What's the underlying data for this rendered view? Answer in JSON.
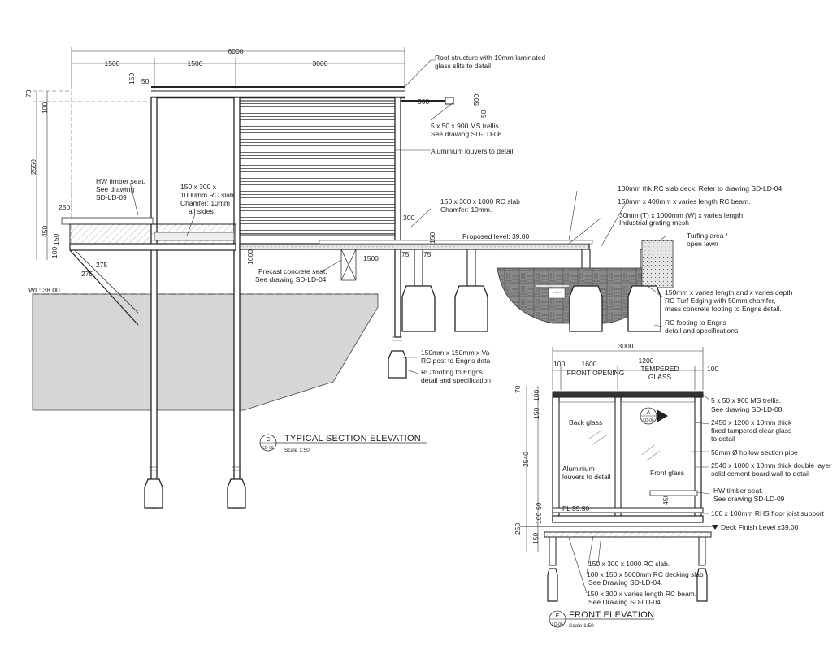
{
  "section": {
    "title": "TYPICAL SECTION ELEVATION",
    "scale": "Scale 1:50",
    "bubble_letter": "C",
    "bubble_ref": "LD-06",
    "dims_top": {
      "overall": "6000",
      "d1": "1500",
      "d2": "1500",
      "d3": "3000"
    },
    "dims_left": {
      "d70": "70",
      "d100": "100",
      "d2550": "2550",
      "d250": "250",
      "d450": "450",
      "d150": "150",
      "d100b": "100"
    },
    "dims_misc": {
      "d150": "150",
      "d50": "50",
      "d900": "900",
      "d500": "500",
      "d50b": "50",
      "d300": "300",
      "d150b": "150",
      "d1000": "1000",
      "d1500": "1500",
      "d75a": "75",
      "d75b": "75",
      "d275a": "275",
      "d275b": "275"
    },
    "wl": "WL: 38.00",
    "proposed_level": "Proposed level: 39.00",
    "notes": {
      "roof": [
        "Roof structure with 10mm laminated",
        "glass slits to detail"
      ],
      "trellis": [
        "5 x 50 x 900 MS trellis.",
        "See drawing SD-LD-08"
      ],
      "louvers": "Aluminium louvers to detail",
      "seat": [
        "HW timber seat.",
        "See drawing",
        "SD-LD-09"
      ],
      "slab_left": [
        "150 x 300 x",
        "1000mm RC slab",
        "Chamfer: 10mm",
        "all sides."
      ],
      "slab_mid": [
        "150 x 300 x 1000  RC slab",
        "Chamfer: 10mm."
      ],
      "deck": "100mm thk RC slab deck. Refer to drawing SD-LD-04.",
      "beam": "150mm x 400mm x varies length RC beam.",
      "grating": [
        "30mm (T) x 1000mm (W) x varies length",
        "Industrial grating mesh"
      ],
      "turf": [
        "Turfing area /",
        "open lawn"
      ],
      "precast": [
        "Precast concrete seat.",
        "See drawing SD-LD-04"
      ],
      "edging": [
        "150mm x varies length and x varies depth",
        "RC Turf Edging with 50mm chamfer,",
        "mass concrete footing to Engr's detail."
      ],
      "footing": [
        "RC footing to Engr's",
        "detail and specifications"
      ],
      "post": [
        "150mm x 150mm x Va",
        "RC post to Engr's deta"
      ],
      "post_footing": [
        "RC footing to Engr's",
        "detail and specification"
      ]
    }
  },
  "front": {
    "title": "FRONT ELEVATION",
    "scale": "Scale 1:50",
    "bubble_letter": "E",
    "bubble_ref": "LD-06",
    "section_marker": {
      "letter": "A",
      "ref": "LD-06"
    },
    "dims": {
      "overall": "3000",
      "d100a": "100",
      "d1600": "1600",
      "d1200": "1200",
      "d100b": "100",
      "d70": "70",
      "d100c": "100",
      "d150": "150",
      "d2540": "2540",
      "d50": "50",
      "d100d": "100",
      "d250": "250",
      "d150b": "150",
      "d450": "450"
    },
    "labels": {
      "front_opening": "FRONT OPENING",
      "tempered_1": "TEMPERED",
      "tempered_2": "GLASS",
      "back_glass": "Back glass",
      "aluminium": [
        "Aluminium",
        "louvers to detail"
      ],
      "front_glass": "Front glass",
      "fl": "FL 39.30"
    },
    "notes": {
      "trellis": [
        "5 x 50 x 900 MS trellis.",
        "See drawing SD-LD-08."
      ],
      "glass": [
        "2450 x 1200 x 10mm thick",
        "fixed tampered clear glass",
        "to detail"
      ],
      "pipe": "50mm Ø hollow section pipe",
      "board": [
        "2540 x 1000 x 10mm thick  double layer",
        "solid cement board  wall to detail"
      ],
      "seat": [
        "HW timber seat.",
        "See drawing SD-LD-09"
      ],
      "rhs": "100 x 100mm RHS floor joist support",
      "deck_level": "Deck Finish Level ±39.00",
      "slab": "150 x 300 x 1000  RC slab.",
      "decking": [
        "100 x 150 x 5000mm RC decking slab",
        "See Drawing SD-LD-04."
      ],
      "beam": [
        "150 x 300 x varies length RC beam.",
        "See Drawing SD-LD-04."
      ]
    }
  }
}
